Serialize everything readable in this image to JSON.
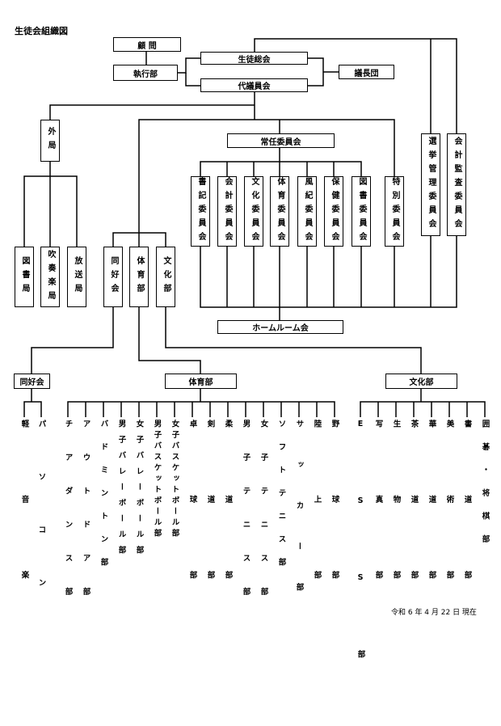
{
  "title": "生徒会組織図",
  "top": {
    "komon": "顧 問",
    "shikkobu": "執行部",
    "seitosokai": "生徒総会",
    "daigiinkai": "代議員会",
    "gichodan": "議長団"
  },
  "gaikyoku": "外局",
  "gaikyoku_items": [
    "図書局",
    "吹奏楽局",
    "放送局"
  ],
  "mid_clubs": [
    "同好会",
    "体育部",
    "文化部"
  ],
  "joninkai": "常任委員会",
  "committees": [
    "書記委員会",
    "会計委員会",
    "文化委員会",
    "体育委員会",
    "風紀委員会",
    "保健委員会",
    "図書委員会"
  ],
  "tokubetsu": "特別委員会",
  "senkyo": "選挙管理委員会",
  "kaikei": "会計監査委員会",
  "homeroom": "ホームルーム会",
  "branches": {
    "dokokai": "同好会",
    "taiikubu": "体育部",
    "bunkabu": "文化部"
  },
  "dokokai_clubs": [
    "軽音楽",
    "パソコン"
  ],
  "taiiku_clubs": [
    "チアダンス部",
    "アウトドア部",
    "バドミントン部",
    "男子バレーボール部",
    "女子バレーボール部",
    "男子バスケットボール部",
    "女子バスケットボール部",
    "卓球部",
    "剣道部",
    "柔道部",
    "男子テニス部",
    "女子テニス部",
    "ソフトテニス部",
    "サッカー部",
    "陸上部",
    "野球部"
  ],
  "bunka_clubs": [
    "ESS部",
    "写真部",
    "生物部",
    "茶道部",
    "華道部",
    "美術部",
    "書道部",
    "囲碁・将棋部"
  ],
  "date": "令和 6 年 4 月 22 日 現在"
}
